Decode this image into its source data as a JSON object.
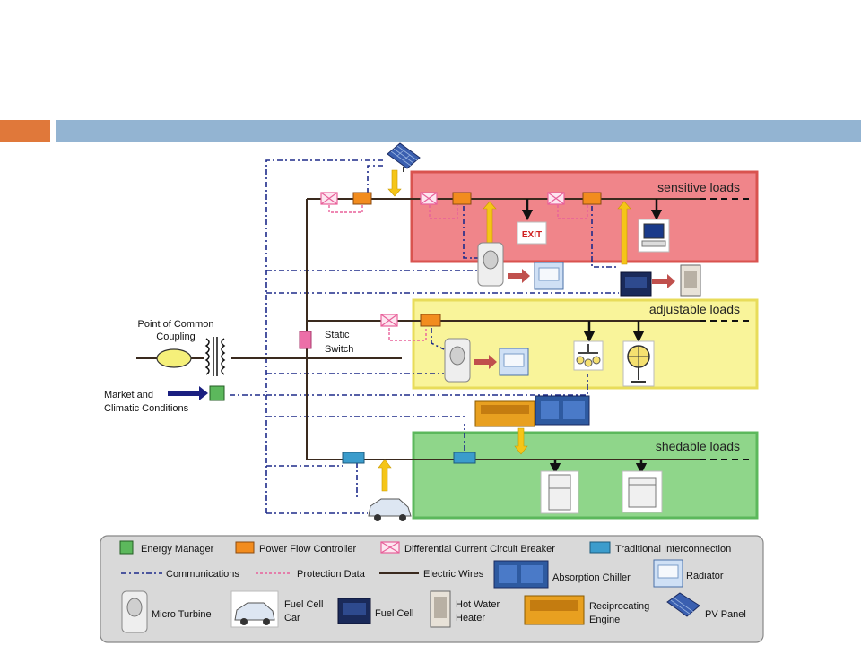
{
  "colors": {
    "header_accent": "#e0783a",
    "header_bar": "#93b4d2",
    "sensitive_zone": "#f0858a",
    "adjustable_zone": "#f9f49a",
    "shedable_zone": "#8fd68a",
    "energy_manager": "#5cb85c",
    "power_flow_controller": "#f28c1e",
    "circuit_breaker": "#e87ab0",
    "traditional_interconnection": "#3b9ccc",
    "communications": "#1e2b8a",
    "protection_data": "#e8609a",
    "electric_wires": "#3a2a1e"
  },
  "zones": {
    "sensitive": "sensitive loads",
    "adjustable": "adjustable loads",
    "shedable": "shedable loads"
  },
  "labels": {
    "pcc_line1": "Point of Common",
    "pcc_line2": "Coupling",
    "market_line1": "Market and",
    "market_line2": "Climatic Conditions",
    "static_line1": "Static",
    "static_line2": "Switch",
    "exit_sign": "EXIT"
  },
  "legend": {
    "row1": [
      {
        "icon": "energy-manager-swatch",
        "label": "Energy Manager"
      },
      {
        "icon": "power-flow-controller-swatch",
        "label": "Power Flow Controller"
      },
      {
        "icon": "circuit-breaker-swatch",
        "label": "Differential Current Circuit Breaker"
      },
      {
        "icon": "traditional-interconnection-swatch",
        "label": "Traditional Interconnection"
      }
    ],
    "row2": {
      "communications": "Communications",
      "protection": "Protection Data",
      "wires": "Electric Wires",
      "chiller": "Absorption Chiller",
      "radiator": "Radiator"
    },
    "row3": {
      "micro_turbine": "Micro Turbine",
      "fuel_cell_car_1": "Fuel Cell",
      "fuel_cell_car_2": "Car",
      "fuel_cell": "Fuel Cell",
      "hot_water_1": "Hot Water",
      "hot_water_2": "Heater",
      "recip_1": "Reciprocating",
      "recip_2": "Engine",
      "pv_panel": "PV Panel"
    }
  }
}
